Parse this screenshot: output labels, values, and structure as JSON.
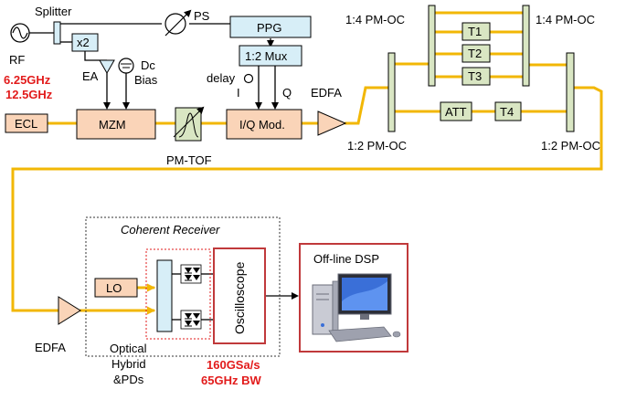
{
  "colors": {
    "fiber": "#F2B705",
    "rf_line": "#000000",
    "orange_box_fill": "#FAD4B8",
    "blue_box_fill": "#D7EEF7",
    "green_coupler_fill": "#D9E6C3",
    "red_accent": "#E21B1B",
    "dashed_border": "#333333"
  },
  "labels": {
    "splitter": "Splitter",
    "ps": "PS",
    "ppg": "PPG",
    "x2": "x2",
    "mux": "1:2 Mux",
    "ea": "EA",
    "dc_bias": "Dc\nBias",
    "rf": "RF",
    "rf_freq1": "6.25GHz",
    "rf_freq2": "12.5GHz",
    "delay": "delay",
    "i": "I",
    "q": "Q",
    "ecl": "ECL",
    "mzm": "MZM",
    "pm_tof": "PM-TOF",
    "iq_mod": "I/Q Mod.",
    "edfa_top": "EDFA",
    "pmoc_14_left": "1:4 PM-OC",
    "pmoc_14_right": "1:4 PM-OC",
    "t1": "T1",
    "t2": "T2",
    "t3": "T3",
    "att": "ATT",
    "t4": "T4",
    "pmoc_12_left": "1:2 PM-OC",
    "pmoc_12_right": "1:2 PM-OC",
    "coherent_receiver": "Coherent Receiver",
    "lo": "LO",
    "optical_hybrid": "Optical\nHybrid\n&PDs",
    "oscilloscope": "Oscilloscope",
    "osc_spec1": "160GSa/s",
    "osc_spec2": "65GHz BW",
    "offline_dsp": "Off-line DSP",
    "edfa_bottom": "EDFA"
  },
  "icons": {
    "rf_source": "sine-source-icon",
    "phase_shifter": "phase-shifter-icon",
    "amplifier": "triangle-amplifier-icon",
    "bias_source": "dc-source-icon",
    "photodiode": "balanced-photodiode-icon",
    "computer": "desktop-computer-icon"
  }
}
